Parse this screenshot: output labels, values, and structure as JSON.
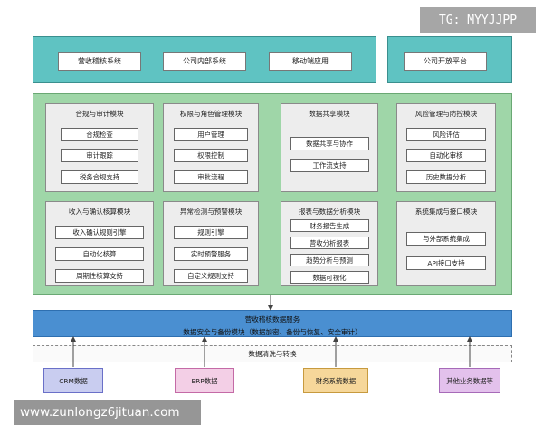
{
  "watermark": {
    "top": "TG: MYYJJPP",
    "bottom": "www.zunlongz6jituan.com"
  },
  "top_layer": {
    "items": [
      "营收稽核系统",
      "公司内部系统",
      "移动端应用"
    ],
    "open_platform": "公司开放平台"
  },
  "modules": [
    {
      "title": "合规与审计模块",
      "items": [
        "合规检查",
        "审计跟踪",
        "税务合规支持"
      ]
    },
    {
      "title": "权限与角色管理模块",
      "items": [
        "用户管理",
        "权限控制",
        "审批流程"
      ]
    },
    {
      "title": "数据共享模块",
      "items": [
        "数据共享与协作",
        "工作流支持"
      ]
    },
    {
      "title": "风险管理与防控模块",
      "items": [
        "风险评估",
        "自动化审核",
        "历史数据分析"
      ]
    },
    {
      "title": "收入与确认核算模块",
      "items": [
        "收入确认规则引擎",
        "自动化核算",
        "周期性核算支持"
      ]
    },
    {
      "title": "异常检测与预警模块",
      "items": [
        "规则引擎",
        "实时预警服务",
        "自定义规则支持"
      ]
    },
    {
      "title": "报表与数据分析模块",
      "items": [
        "财务报告生成",
        "营收分析报表",
        "趋势分析与预测",
        "数据可视化"
      ]
    },
    {
      "title": "系统集成与接口模块",
      "items": [
        "与外部系统集成",
        "API接口支持"
      ]
    }
  ],
  "service": {
    "line1": "营收稽核数据服务",
    "line2": "数据安全与备份模块（数据加密、备份与恢复、安全审计）"
  },
  "cleaning": "数据清洗与转换",
  "sources": [
    {
      "label": "CRM数据",
      "color": "#c9cdf0",
      "border": "#6a70c8"
    },
    {
      "label": "ERP数据",
      "color": "#f3cfe6",
      "border": "#c46aa6"
    },
    {
      "label": "财务系统数据",
      "color": "#f6d79a",
      "border": "#c79a3e"
    },
    {
      "label": "其他业务数据等",
      "color": "#e3c1ec",
      "border": "#a66ab8"
    }
  ],
  "colors": {
    "top_panel": "#5fc3c2",
    "center_panel": "#9fd6a8",
    "module_bg": "#ededed",
    "service_bar": "#4a8fd1"
  }
}
